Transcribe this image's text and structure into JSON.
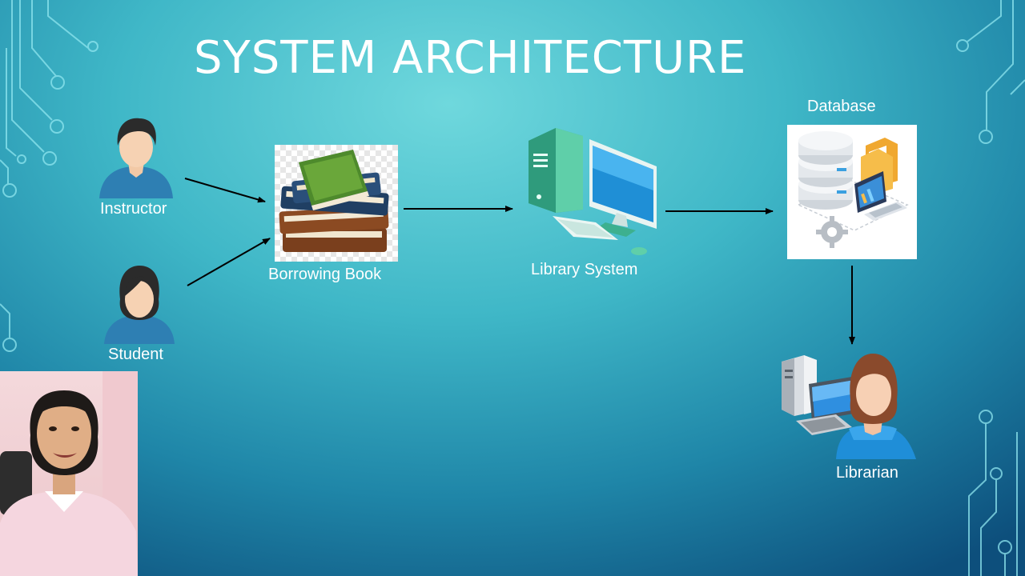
{
  "slide": {
    "title": "SYSTEM ARCHITECTURE"
  },
  "nodes": {
    "instructor": {
      "label": "Instructor",
      "icon": "instructor-avatar-icon"
    },
    "student": {
      "label": "Student",
      "icon": "student-avatar-icon"
    },
    "borrowing_book": {
      "label": "Borrowing Book",
      "icon": "books-stack-icon"
    },
    "library_system": {
      "label": "Library System",
      "icon": "desktop-computer-icon"
    },
    "database": {
      "label": "Database",
      "icon": "database-server-icon"
    },
    "librarian": {
      "label": "Librarian",
      "icon": "librarian-computer-icon"
    }
  },
  "edges": [
    {
      "from": "Instructor",
      "to": "Borrowing Book"
    },
    {
      "from": "Student",
      "to": "Borrowing Book"
    },
    {
      "from": "Borrowing Book",
      "to": "Library System"
    },
    {
      "from": "Library System",
      "to": "Database"
    },
    {
      "from": "Database",
      "to": "Librarian"
    }
  ],
  "colors": {
    "background_light": "#6fd8dd",
    "background_dark": "#0d4f7c",
    "circuit_lines": "#8fe6ef",
    "arrows": "#000000",
    "text": "#ffffff"
  }
}
